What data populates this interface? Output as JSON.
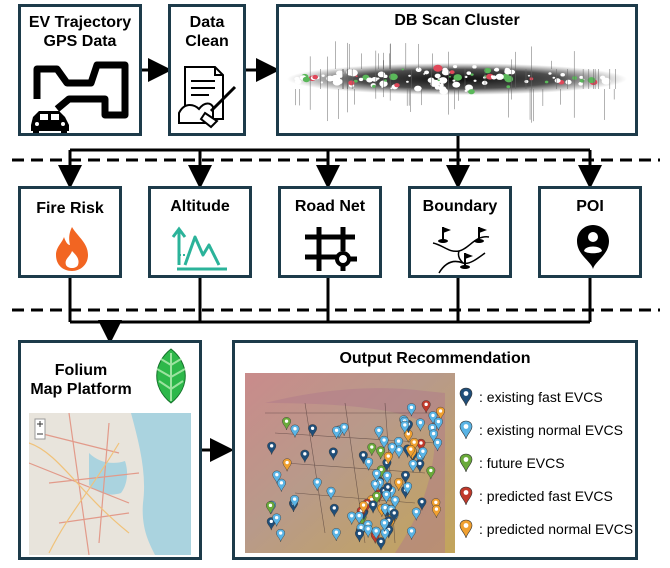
{
  "boxes": {
    "gps": {
      "line1": "EV Trajectory",
      "line2": "GPS Data"
    },
    "clean": {
      "line1": "Data",
      "line2": "Clean"
    },
    "dbscan": {
      "title": "DB Scan Cluster"
    },
    "fire": {
      "title": "Fire Risk"
    },
    "altitude": {
      "title": "Altitude"
    },
    "roadnet": {
      "title": "Road Net"
    },
    "boundary": {
      "title": "Boundary"
    },
    "poi": {
      "title": "POI"
    },
    "folium": {
      "line1": "Folium",
      "line2": "Map Platform"
    },
    "output": {
      "title": "Output Recommendation"
    }
  },
  "legend": [
    {
      "label": ": existing fast EVCS",
      "color": "#1f4e79",
      "icon": "pin-icon"
    },
    {
      "label": ": existing normal EVCS",
      "color": "#5ab4e5",
      "icon": "pin-icon"
    },
    {
      "label": ": future EVCS",
      "color": "#6aaa3a",
      "icon": "pin-icon"
    },
    {
      "label": ": predicted fast EVCS",
      "color": "#c0392b",
      "icon": "pin-icon"
    },
    {
      "label": ": predicted normal EVCS",
      "color": "#f0a030",
      "icon": "pin-icon"
    }
  ],
  "colors": {
    "border": "#1d3b4a",
    "fire": "#f26522",
    "altitude": "#2bb39a",
    "leaf": "#2db84a"
  }
}
